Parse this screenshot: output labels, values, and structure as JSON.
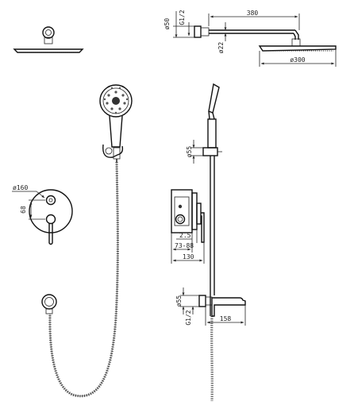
{
  "dimensions": {
    "top_dia50": "ø50",
    "top_g12": "G1/2",
    "top_380": "380",
    "top_dia22": "ø22",
    "top_dia300": "ø300",
    "plate_dia160": "ø160",
    "plate_68": "68",
    "bar_dia55": "ø55",
    "valve_25": "2.5",
    "valve_7388": "73-88",
    "valve_130": "130",
    "spout_dia55": "ø55",
    "spout_g12": "G1/2",
    "spout_158": "158"
  }
}
